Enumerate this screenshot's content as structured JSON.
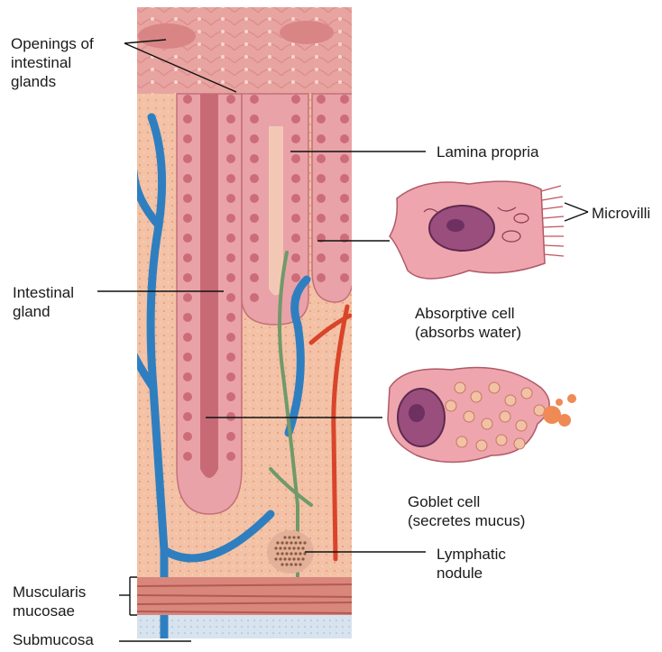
{
  "figure": {
    "labels": {
      "openings": [
        "Openings of",
        "intestinal",
        "glands"
      ],
      "lamina_propria": "Lamina propria",
      "microvilli": "Microvilli",
      "intestinal_gland": [
        "Intestinal",
        "gland"
      ],
      "absorptive_cell": [
        "Absorptive cell",
        "(absorbs water)"
      ],
      "goblet_cell": [
        "Goblet cell",
        "(secretes mucus)"
      ],
      "lymphatic_nodule": [
        "Lymphatic",
        "nodule"
      ],
      "muscularis_mucosae": [
        "Muscularis",
        "mucosae"
      ],
      "submucosa": "Submucosa"
    },
    "colors": {
      "tissue": "#f3c2a6",
      "surface": "#e8a4a0",
      "gland_cells": "#e9a2a8",
      "nucleus": "#c45a6a",
      "blood_vessel": "#2f7fc0",
      "artery": "#d9452a",
      "lymph_vessel": "#6f9a6a",
      "submucosa": "#d7e3ee",
      "leader_line": "#111111"
    }
  }
}
